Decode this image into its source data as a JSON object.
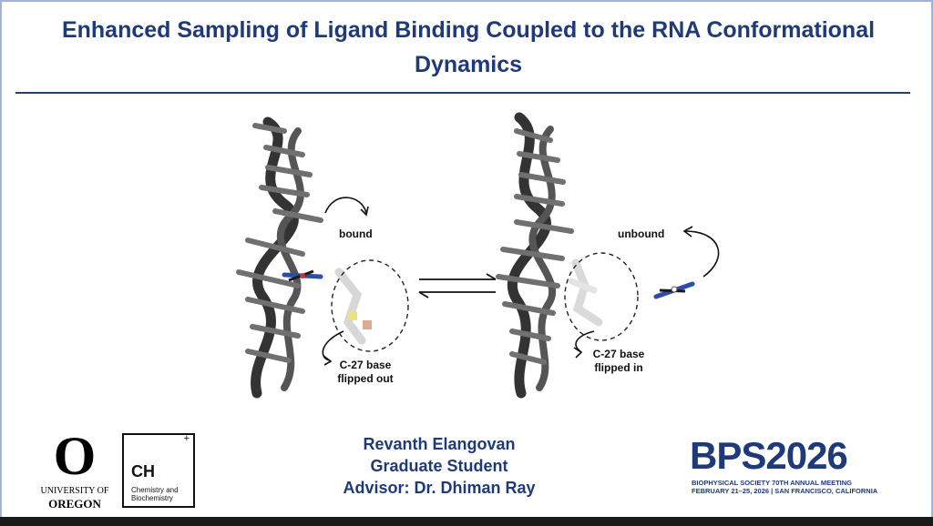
{
  "title": "Enhanced Sampling of Ligand Binding Coupled to the RNA Conformational Dynamics",
  "figure": {
    "left_state": {
      "state_label": "bound",
      "base_label_line1": "C-27 base",
      "base_label_line2": "flipped out"
    },
    "right_state": {
      "state_label": "unbound",
      "base_label_line1": "C-27 base",
      "base_label_line2": "flipped in"
    }
  },
  "credits": {
    "name": "Revanth Elangovan",
    "role": "Graduate Student",
    "advisor": "Advisor: Dr. Dhiman Ray"
  },
  "logos": {
    "oregon": {
      "mark": "O",
      "line1": "UNIVERSITY OF",
      "line2": "OREGON"
    },
    "chem": {
      "symbol": "CH",
      "plus": "+",
      "line1": "Chemistry and",
      "line2": "Biochemistry"
    },
    "bps": {
      "wordmark": "BPS2026",
      "line1": "BIOPHYSICAL SOCIETY 70TH ANNUAL MEETING",
      "line2": "FEBRUARY 21–25, 2026 | SAN FRANCISCO, CALIFORNIA"
    }
  },
  "colors": {
    "title_blue": "#1f3a78",
    "rule": "#23406e",
    "rna_ribbon": "#3a3a3a",
    "rna_bases": "#6f6f6f",
    "ligand_blue": "#2b4fa8"
  }
}
